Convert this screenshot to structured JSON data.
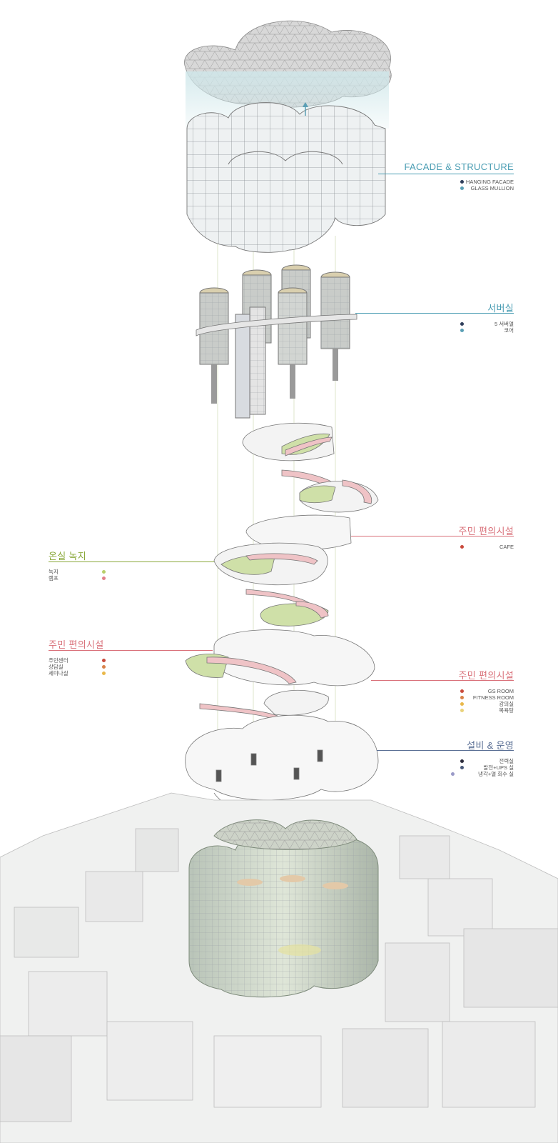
{
  "callouts": {
    "facade": {
      "title": "FACADE & STRUCTURE",
      "color": "#4a9db3",
      "items": [
        {
          "label": "HANGING FACADE",
          "dot": "#2f3e5b"
        },
        {
          "label": "GLASS MULLION",
          "dot": "#5a9fb5"
        }
      ]
    },
    "server": {
      "title": "서버실",
      "color": "#4a9db3",
      "items": [
        {
          "label": "5 서버열",
          "dot": "#2f3e5b"
        },
        {
          "label": "코어",
          "dot": "#5a9fb5"
        }
      ]
    },
    "cafe": {
      "title": "주민 편의시설",
      "color": "#d9717a",
      "items": [
        {
          "label": "CAFE",
          "dot": "#c94a3c"
        }
      ]
    },
    "greenhouse": {
      "title": "온실 녹지",
      "color": "#8aa83a",
      "items": [
        {
          "label": "녹지",
          "dot": "#b8cf6a"
        },
        {
          "label": "램프",
          "dot": "#e2808a"
        }
      ]
    },
    "community": {
      "title": "주민 편의시설",
      "color": "#d9717a",
      "items": [
        {
          "label": "주민센터",
          "dot": "#c94a3c"
        },
        {
          "label": "상담실",
          "dot": "#d9824a"
        },
        {
          "label": "세미나실",
          "dot": "#e9b84a"
        }
      ]
    },
    "fitness": {
      "title": "주민 편의시설",
      "color": "#d9717a",
      "items": [
        {
          "label": "GS ROOM",
          "dot": "#c94a3c"
        },
        {
          "label": "FITNESS ROOM",
          "dot": "#d9824a"
        },
        {
          "label": "강의실",
          "dot": "#e9b84a"
        },
        {
          "label": "목욕탕",
          "dot": "#e9d27a"
        }
      ]
    },
    "facility": {
      "title": "설비 & 운영",
      "color": "#5a6f95",
      "items": [
        {
          "label": "전력실",
          "dot": "#2a2a3a"
        },
        {
          "label": "발전+UPS 실",
          "dot": "#4a5a7a"
        },
        {
          "label": "냉각+열 회수 실",
          "dot": "#9a9ac8"
        }
      ]
    }
  }
}
